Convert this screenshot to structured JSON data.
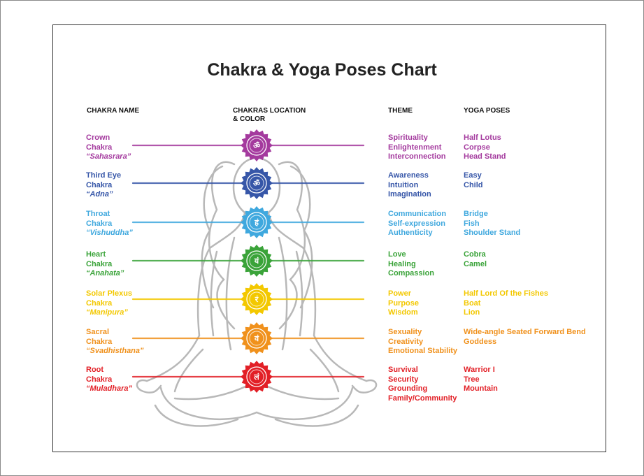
{
  "title": "Chakra & Yoga Poses Chart",
  "headers": {
    "chakra_name": "CHAKRA NAME",
    "location_line1": "CHAKRAS LOCATION",
    "location_line2": "& COLOR",
    "theme": "THEME",
    "yoga_poses": "YOGA POSES"
  },
  "chakras": [
    {
      "name1": "Crown",
      "name2": "Chakra",
      "sanskrit": "“Sahasrara”",
      "color": "#a43a9e",
      "themes": [
        "Spirituality",
        "Enlightenment",
        "Interconnection"
      ],
      "poses": [
        "Half Lotus",
        "Corpse",
        "Head Stand"
      ],
      "symbol": "ॐ"
    },
    {
      "name1": "Third Eye",
      "name2": "Chakra",
      "sanskrit": "“Adna”",
      "color": "#3656a8",
      "themes": [
        "Awareness",
        "Intuition",
        "Imagination"
      ],
      "poses": [
        "Easy",
        "Child"
      ],
      "symbol": "ॐ"
    },
    {
      "name1": "Throat",
      "name2": "Chakra",
      "sanskrit": "“Vishuddha”",
      "color": "#3fa8de",
      "themes": [
        "Communication",
        "Self-expression",
        "Authenticity"
      ],
      "poses": [
        "Bridge",
        "Fish",
        "Shoulder Stand"
      ],
      "symbol": "हं"
    },
    {
      "name1": "Heart",
      "name2": "Chakra",
      "sanskrit": "“Anahata”",
      "color": "#3aa339",
      "themes": [
        "Love",
        "Healing",
        "Compassion"
      ],
      "poses": [
        "Cobra",
        "Camel"
      ],
      "symbol": "यं"
    },
    {
      "name1": "Solar Plexus",
      "name2": "Chakra",
      "sanskrit": "“Manipura”",
      "color": "#f3c800",
      "themes": [
        "Power",
        "Purpose",
        "Wisdom"
      ],
      "poses": [
        "Half Lord Of the Fishes",
        "Boat",
        "Lion"
      ],
      "symbol": "रं"
    },
    {
      "name1": "Sacral",
      "name2": "Chakra",
      "sanskrit": "“Svadhisthana”",
      "color": "#f0911c",
      "themes": [
        "Sexuality",
        "Creativity",
        "Emotional Stability"
      ],
      "poses": [
        "Wide-angle Seated Forward Bend",
        "Goddess"
      ],
      "symbol": "वं"
    },
    {
      "name1": "Root",
      "name2": "Chakra",
      "sanskrit": "“Muladhara”",
      "color": "#e21f26",
      "themes": [
        "Survival",
        "Security",
        "Grounding",
        "Family/Community"
      ],
      "poses": [
        "Warrior I",
        "Tree",
        "Mountain"
      ],
      "symbol": "लं"
    }
  ]
}
